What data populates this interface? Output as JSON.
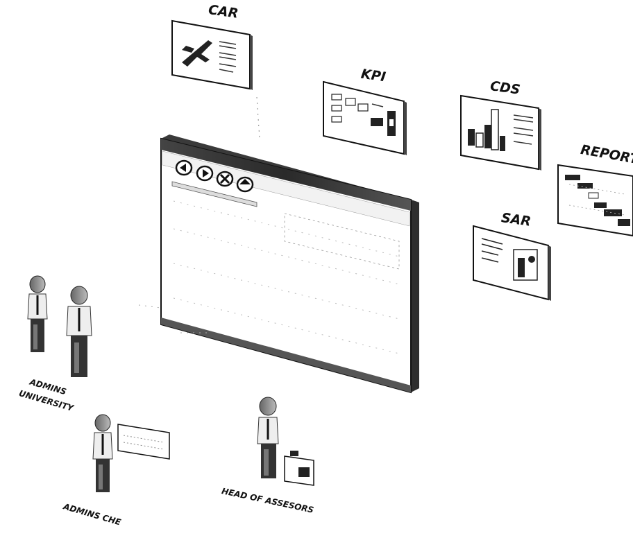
{
  "modules": {
    "car": {
      "label": "CAR"
    },
    "kpi": {
      "label": "KPI"
    },
    "cds": {
      "label": "CDS"
    },
    "report": {
      "label": "REPORT"
    },
    "sar": {
      "label": "SAR"
    }
  },
  "roles": {
    "admins_university": {
      "line1": "ADMINS",
      "line2": "UNIVERSITY"
    },
    "admins_che": {
      "label": "ADMINS CHE"
    },
    "head_of_assessors": {
      "label": "HEAD OF ASSESORS"
    }
  },
  "icons": [
    "airplane-icon",
    "bar-chart-icon",
    "person-icon",
    "browser-back-icon",
    "browser-forward-icon",
    "browser-close-icon",
    "browser-home-icon"
  ]
}
